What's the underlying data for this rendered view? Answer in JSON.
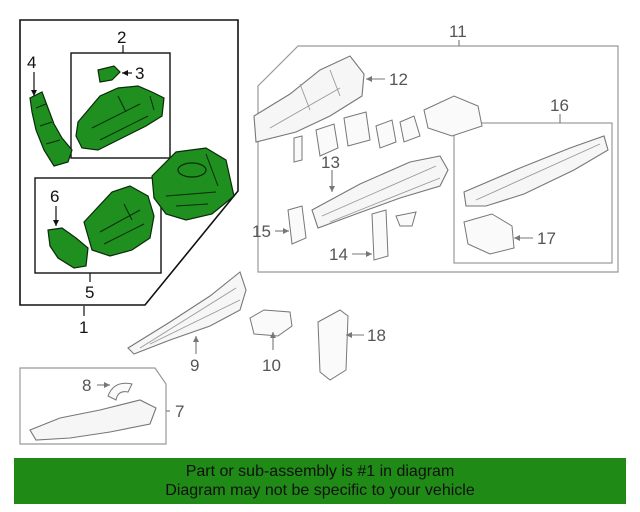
{
  "callouts": {
    "c1": "1",
    "c2": "2",
    "c3": "3",
    "c4": "4",
    "c5": "5",
    "c6": "6",
    "c7": "7",
    "c8": "8",
    "c9": "9",
    "c10": "10",
    "c11": "11",
    "c12": "12",
    "c13": "13",
    "c14": "14",
    "c15": "15",
    "c16": "16",
    "c17": "17",
    "c18": "18"
  },
  "banner": {
    "line1": "Part or sub-assembly is #1 in diagram",
    "line2": "Diagram may not be specific to your vehicle"
  },
  "colors": {
    "highlight_fill": "#1f8f1f",
    "highlight_stroke": "#0a2a0a",
    "banner_bg": "#1f8a16",
    "line_dark": "#111111",
    "line_light": "#888888"
  }
}
